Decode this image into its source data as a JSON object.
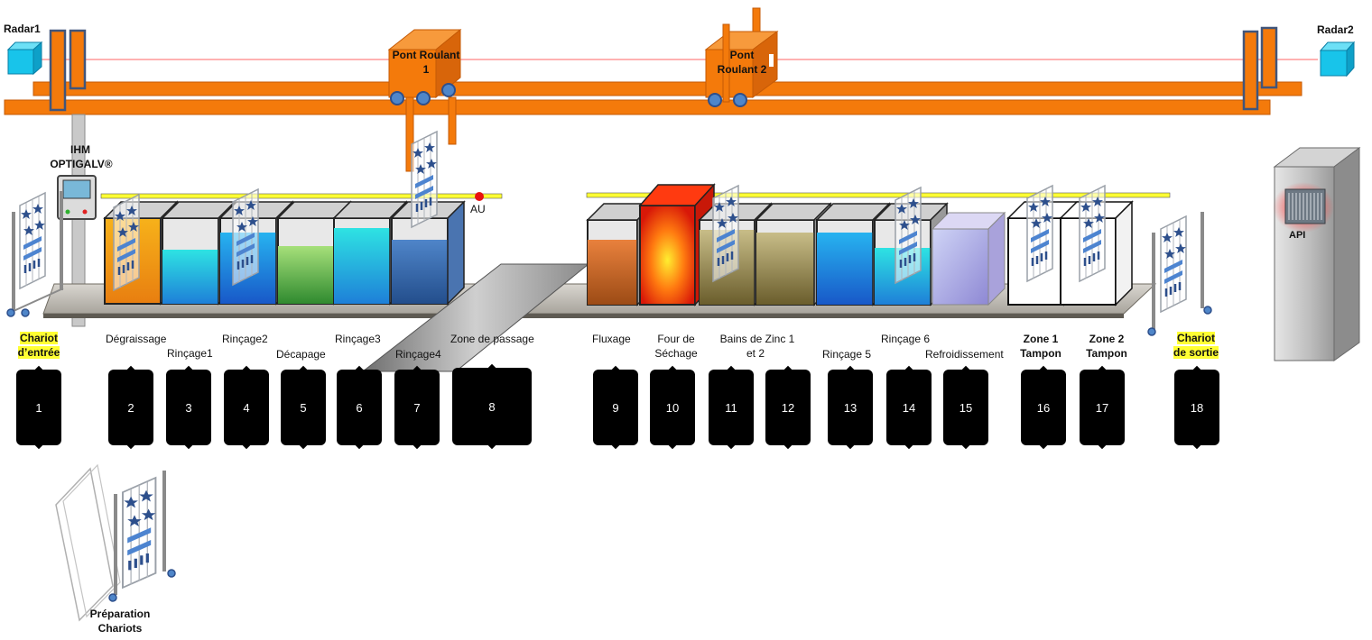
{
  "radars": {
    "left": "Radar1",
    "right": "Radar2"
  },
  "cranes": {
    "crane1": "Pont Roulant 1",
    "crane2": "Pont Roulant 2"
  },
  "hmi": {
    "line1": "IHM",
    "line2": "OPTIGALV®"
  },
  "emergency_stop": "AU",
  "plc": "API",
  "stations": [
    {
      "number": "1",
      "label": "Chariot d’entrée"
    },
    {
      "number": "2",
      "label": "Dégraissage"
    },
    {
      "number": "3",
      "label": "Rinçage1"
    },
    {
      "number": "4",
      "label": "Rinçage2"
    },
    {
      "number": "5",
      "label": "Décapage"
    },
    {
      "number": "6",
      "label": "Rinçage3"
    },
    {
      "number": "7",
      "label": "Rinçage4"
    },
    {
      "number": "8",
      "label": "Zone de passage"
    },
    {
      "number": "9",
      "label": "Fluxage"
    },
    {
      "number": "10",
      "label": "Four de Séchage"
    },
    {
      "number": "11",
      "label": "Bains de Zinc 1"
    },
    {
      "number": "12",
      "label": "et 2"
    },
    {
      "number": "13",
      "label": "Rinçage 5"
    },
    {
      "number": "14",
      "label": "Rinçage 6"
    },
    {
      "number": "15",
      "label": "Refroidissement"
    },
    {
      "number": "16",
      "label": "Zone 1 Tampon"
    },
    {
      "number": "17",
      "label": "Zone 2 Tampon"
    },
    {
      "number": "18",
      "label": "Chariot de sortie"
    }
  ],
  "preparation": "Préparation Chariots",
  "colors": {
    "crane": "#f47a0b",
    "crane_edge": "#c55a06",
    "rail": "#ffff33",
    "box": "#000000",
    "highlight": "#ffff33"
  }
}
